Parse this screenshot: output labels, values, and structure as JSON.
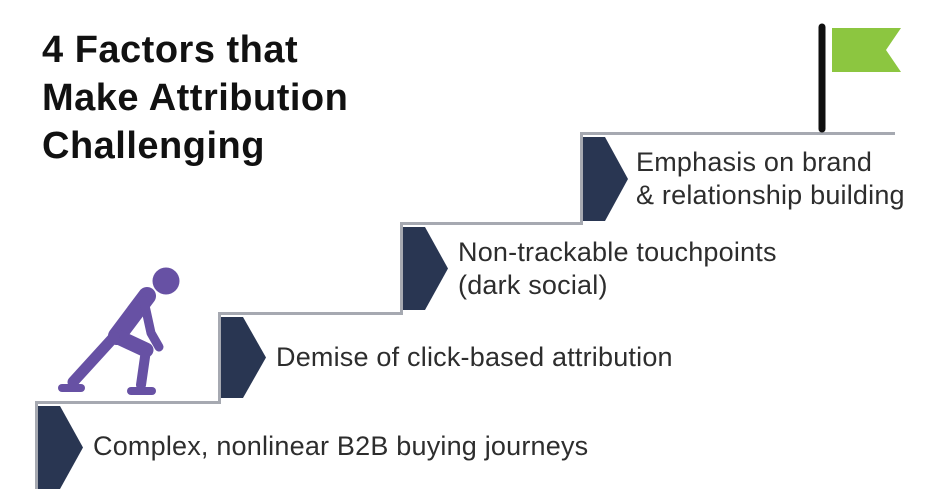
{
  "title": {
    "lines": [
      "4 Factors that",
      "Make Attribution",
      "Challenging"
    ]
  },
  "steps": [
    {
      "id": 1,
      "lines": [
        "Complex, nonlinear B2B buying journeys",
        ""
      ]
    },
    {
      "id": 2,
      "lines": [
        "Demise of click-based attribution",
        ""
      ]
    },
    {
      "id": 3,
      "lines": [
        "Non-trackable touchpoints",
        "(dark social)"
      ]
    },
    {
      "id": 4,
      "lines": [
        "Emphasis on brand",
        "& relationship building"
      ]
    }
  ],
  "icons": {
    "flag": "goal-flag",
    "climber": "person-climbing-stairs"
  },
  "colors": {
    "arrow_navy": "#293652",
    "flag_green": "#8CC640",
    "person_purple": "#6751A4",
    "stair_line": "#A6A9B1",
    "pole_black": "#0F0F0F",
    "title_text": "#111111",
    "label_text": "#2D2D2D",
    "background": "#FFFFFF"
  }
}
